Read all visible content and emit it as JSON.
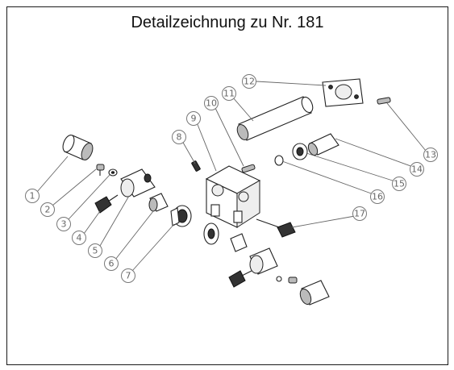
{
  "title": "Detailzeichnung zu Nr. 181",
  "callouts": [
    "1",
    "2",
    "3",
    "4",
    "5",
    "6",
    "7",
    "8",
    "9",
    "10",
    "11",
    "12",
    "13",
    "14",
    "15",
    "16",
    "17"
  ]
}
